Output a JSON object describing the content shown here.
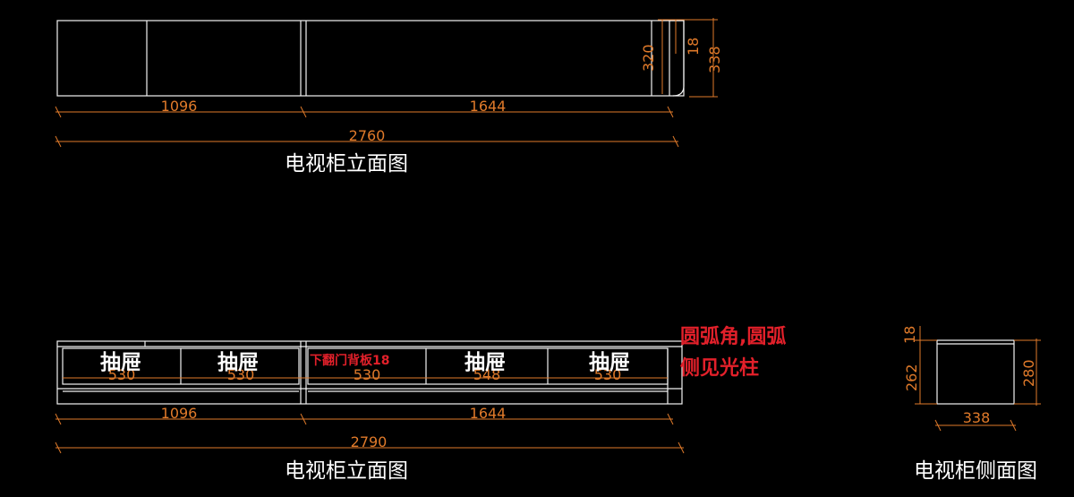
{
  "top_view": {
    "title": "电视柜立面图",
    "dims": {
      "left_width": "1096",
      "right_width": "1644",
      "total_width": "2760",
      "height_inner": "320",
      "height_total": "338",
      "top_small": "18"
    }
  },
  "bottom_view": {
    "title": "电视柜立面图",
    "drawer_label": "抽屉",
    "flap_door_label": "下翻门背板18",
    "section_widths": [
      "530",
      "530",
      "530",
      "548",
      "530"
    ],
    "dims": {
      "left_width": "1096",
      "right_width": "1644",
      "total_width": "2790"
    }
  },
  "note": {
    "line1": "圆弧角,圆弧",
    "line2": "侧见光柱"
  },
  "side_view": {
    "title": "电视柜侧面图",
    "dims": {
      "top": "18",
      "inner_height": "262",
      "height": "280",
      "depth": "338"
    }
  },
  "colors": {
    "background": "#000000",
    "lines": "#f2f2f2",
    "dimensions": "#e07a2a",
    "note": "#e2202a"
  }
}
